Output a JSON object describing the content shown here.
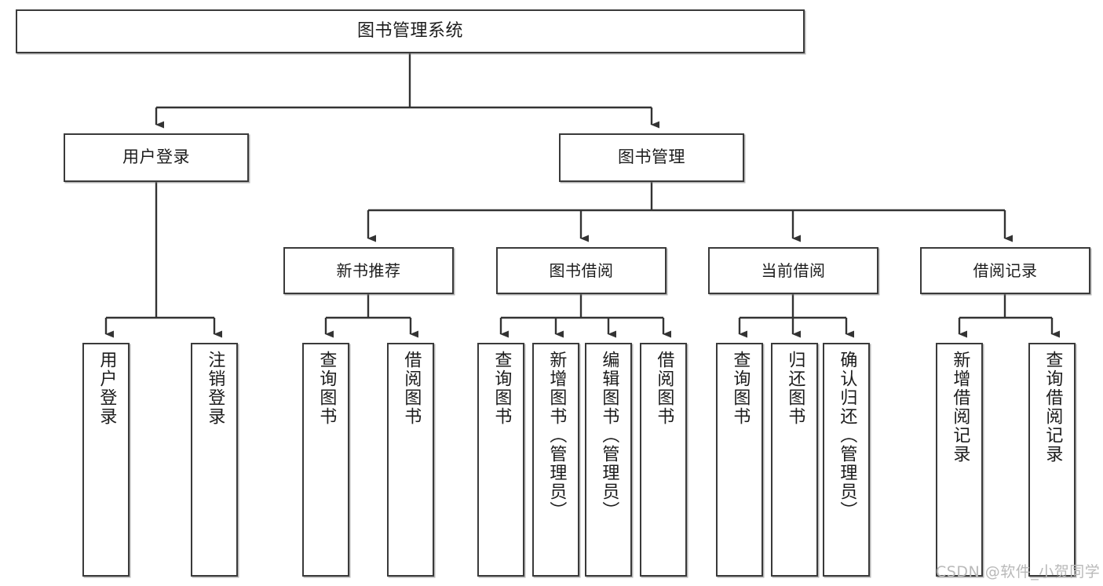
{
  "diagram": {
    "title": "图书管理系统",
    "type": "function-structure-tree",
    "watermark": "CSDN @软件_小贺同学",
    "colors": {
      "background": "#ffffff",
      "border": "#3a3a3a",
      "text": "#1c1c1c",
      "connector": "#333333",
      "watermark": "#b9b9b9"
    },
    "root": {
      "label": "图书管理系统"
    },
    "level2": [
      {
        "label": "用户登录"
      },
      {
        "label": "图书管理"
      }
    ],
    "level3": [
      {
        "label": "新书推荐"
      },
      {
        "label": "图书借阅"
      },
      {
        "label": "当前借阅"
      },
      {
        "label": "借阅记录"
      }
    ],
    "leaves": [
      {
        "label": "用户登录",
        "parent": "用户登录"
      },
      {
        "label": "注销登录",
        "parent": "用户登录"
      },
      {
        "label": "查询图书",
        "parent": "新书推荐"
      },
      {
        "label": "借阅图书",
        "parent": "新书推荐"
      },
      {
        "label": "查询图书",
        "parent": "图书借阅"
      },
      {
        "label": "新增图书（管理员）",
        "parent": "图书借阅"
      },
      {
        "label": "编辑图书（管理员）",
        "parent": "图书借阅"
      },
      {
        "label": "借阅图书",
        "parent": "图书借阅"
      },
      {
        "label": "查询图书",
        "parent": "当前借阅"
      },
      {
        "label": "归还图书",
        "parent": "当前借阅"
      },
      {
        "label": "确认归还（管理员）",
        "parent": "当前借阅"
      },
      {
        "label": "新增借阅记录",
        "parent": "借阅记录"
      },
      {
        "label": "查询借阅记录",
        "parent": "借阅记录"
      }
    ]
  }
}
